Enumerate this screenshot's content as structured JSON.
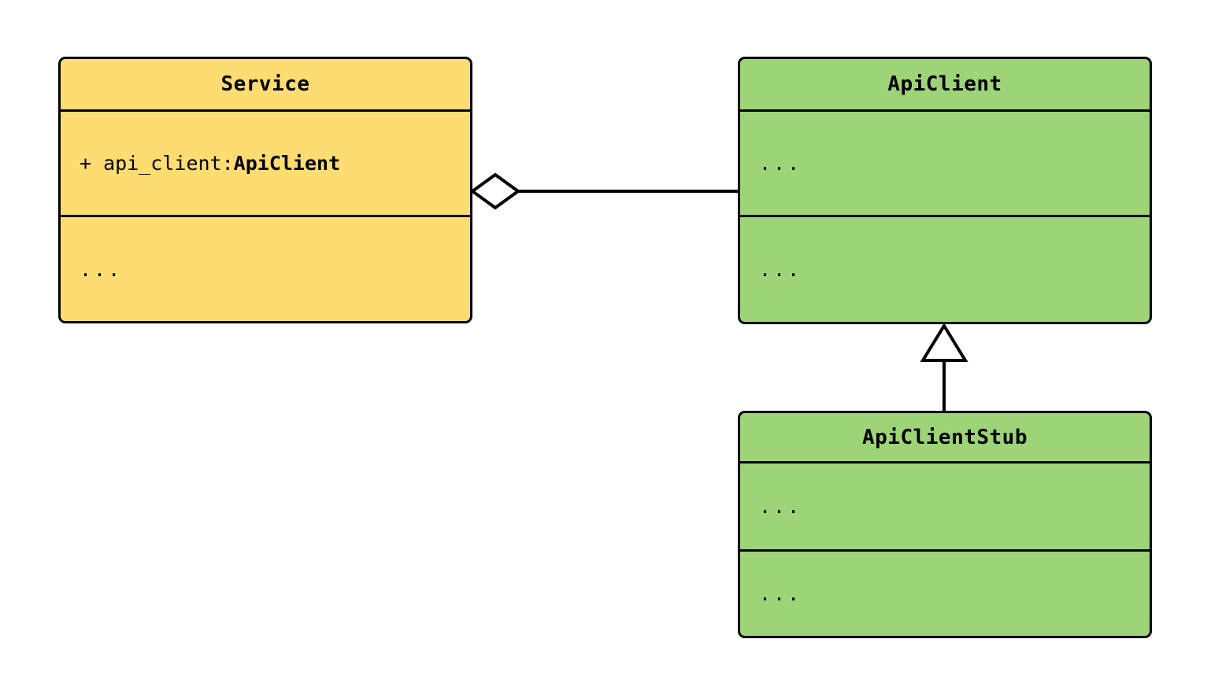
{
  "diagram": {
    "type": "uml-class-diagram",
    "background_color": "#ffffff",
    "stroke_color": "#000000",
    "classes": [
      {
        "id": "service",
        "name": "Service",
        "fill_color": "#fddc72",
        "attributes_label_prefix": "+ api_client: ",
        "attributes_label_type": "ApiClient",
        "methods_label": "..."
      },
      {
        "id": "api-client",
        "name": "ApiClient",
        "fill_color": "#9dd477",
        "attributes_label": "...",
        "methods_label": "..."
      },
      {
        "id": "api-client-stub",
        "name": "ApiClientStub",
        "fill_color": "#9dd477",
        "attributes_label": "...",
        "methods_label": "..."
      }
    ],
    "relationships": [
      {
        "id": "aggregation",
        "kind": "aggregation",
        "marker": "hollow-diamond",
        "from": "Service",
        "to": "ApiClient",
        "label": ""
      },
      {
        "id": "generalization",
        "kind": "generalization",
        "marker": "hollow-triangle",
        "from": "ApiClientStub",
        "to": "ApiClient",
        "label": ""
      }
    ]
  }
}
